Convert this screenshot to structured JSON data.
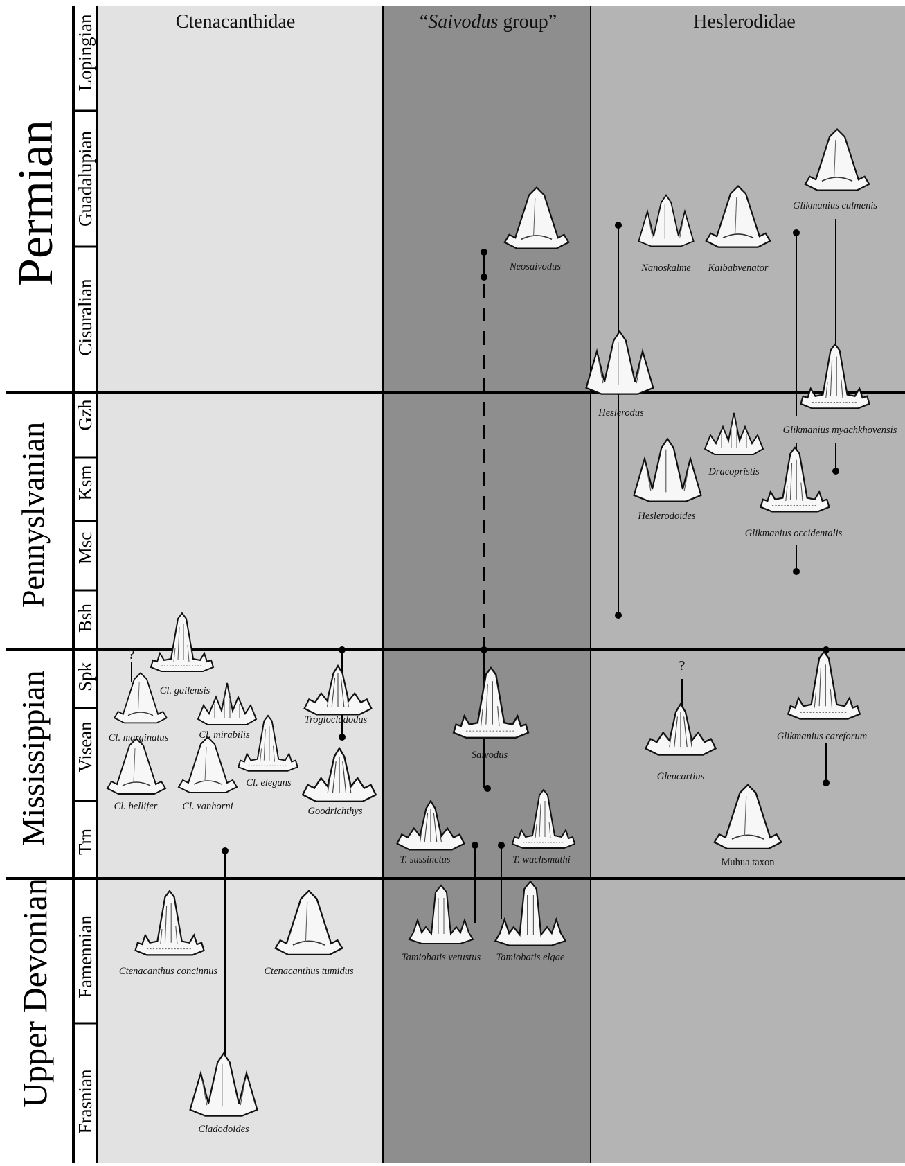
{
  "columns": {
    "ctenacanthidae": "Ctenacanthidae",
    "saivodus_open": "“",
    "saivodus_italic": "Saivodus",
    "saivodus_rest": " group”",
    "heslerodidae": "Heslerodidae"
  },
  "periods": {
    "permian": "Permian",
    "pennsylvanian": "Pennyslvanian",
    "mississippian": "Mississippian",
    "upper_devonian": "Upper Devonian"
  },
  "stages": {
    "lopingian": "Lopingian",
    "guadalupian": "Guadalupian",
    "cisuralian": "Cisuralian",
    "gzh": "Gzh",
    "ksm": "Ksm",
    "msc": "Msc",
    "bsh": "Bsh",
    "spk": "Spk",
    "visean": "Visean",
    "trn": "Trn",
    "famennian": "Famennian",
    "frasnian": "Frasnian"
  },
  "taxa": {
    "cl_gailensis": "Cl. gailensis",
    "cl_marginatus": "Cl. marginatus",
    "cl_mirabilis": "Cl. mirabilis",
    "troglocladodus": "Troglocladodus",
    "cl_bellifer": "Cl. bellifer",
    "cl_vanhorni": "Cl. vanhorni",
    "cl_elegans": "Cl. elegans",
    "goodrichthys": "Goodrichthys",
    "ctenacanthus_concinnus": "Ctenacanthus concinnus",
    "ctenacanthus_tumidus": "Ctenacanthus tumidus",
    "cladodoides": "Cladodoides",
    "neosaivodus": "Neosaivodus",
    "saivodus": "Saivodus",
    "t_sussinctus": "T. sussinctus",
    "t_wachsmuthi": "T. wachsmuthi",
    "tamiobatis_vetustus": "Tamiobatis vetustus",
    "tamiobatis_elgae": "Tamiobatis elgae",
    "nanoskalme": "Nanoskalme",
    "kaibabvenator": "Kaibabvenator",
    "glikmanius_culmenis": "Glikmanius culmenis",
    "heslerodus": "Heslerodus",
    "glikmanius_myachkhovensis": "Glikmanius myachkhovensis",
    "dracopristis": "Dracopristis",
    "heslerodoides": "Heslerodoides",
    "glikmanius_occidentalis": "Glikmanius occidentalis",
    "glencartius": "Glencartius",
    "glikmanius_careforum": "Glikmanius careforum",
    "muhua_taxon": "Muhua taxon"
  },
  "uncertain_mark": "?",
  "colors": {
    "ctenacanthidae_bg": "#e2e2e2",
    "saivodus_bg": "#8e8e8e",
    "heslerodidae_bg": "#b4b4b4",
    "line": "#000000",
    "tooth_fill": "#f7f7f7"
  }
}
